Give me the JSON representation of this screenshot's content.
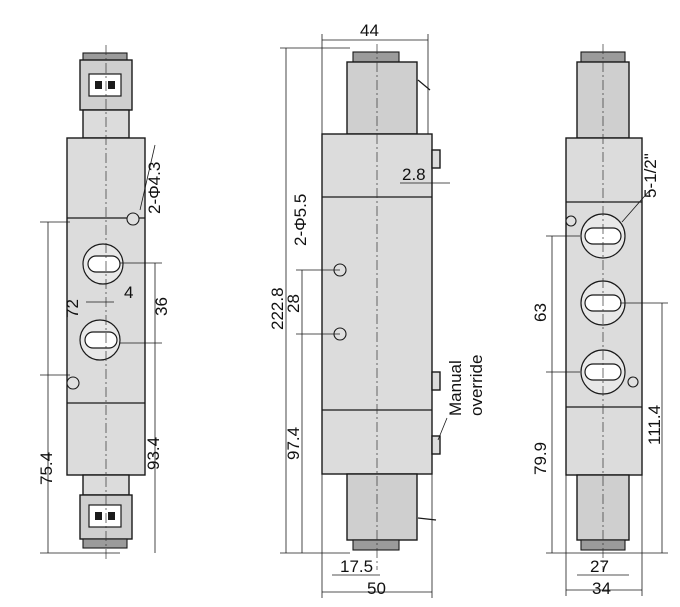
{
  "views": {
    "left": {
      "dims": {
        "hole": "2-Φ4.3",
        "ports": "72",
        "offset": "4",
        "pitch": "36",
        "bottom": "75.4",
        "height": "93.4"
      }
    },
    "middle": {
      "dims": {
        "width": "44",
        "offset": "2.8",
        "hole": "2-Φ5.5",
        "length": "222.8",
        "hole_pitch": "28",
        "bottom": "97.4",
        "center": "17.5",
        "body_width": "50"
      },
      "annotation_line1": "Manual",
      "annotation_line2": "override"
    },
    "right": {
      "dims": {
        "thread": "5-1/2\"",
        "pitch": "63",
        "bottom": "79.9",
        "height": "111.4",
        "inner_width": "27",
        "width": "34"
      }
    }
  }
}
